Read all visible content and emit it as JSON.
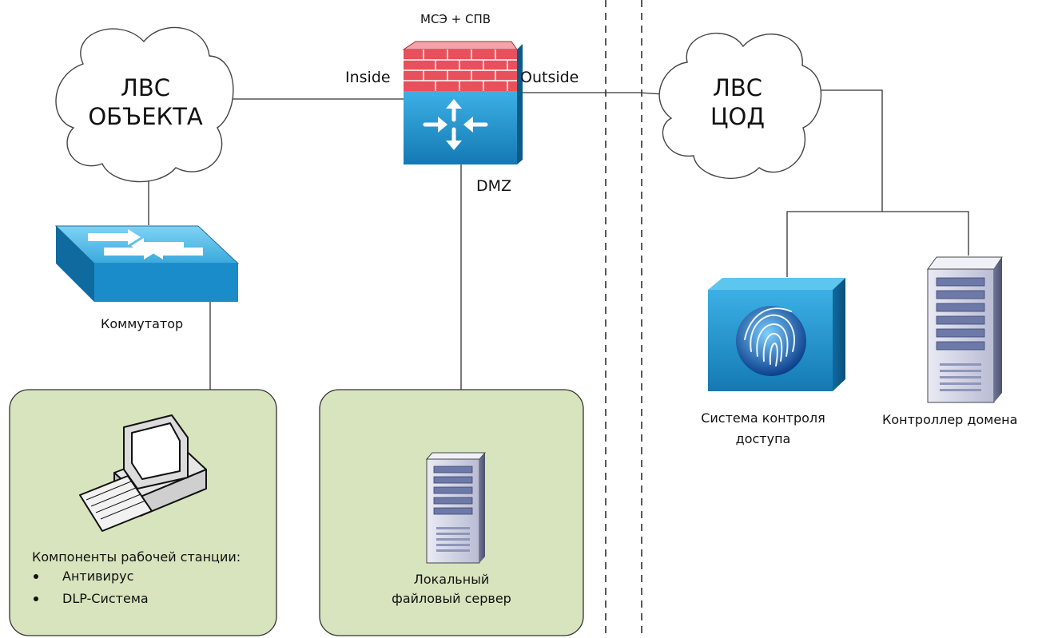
{
  "firewall_label": "МСЭ + СПВ",
  "inside_label": "Inside",
  "outside_label": "Outside",
  "dmz_label": "DMZ",
  "cloud_left": {
    "line1": "ЛВС",
    "line2": "ОБЪЕКТА"
  },
  "cloud_right": {
    "line1": "ЛВС",
    "line2": "ЦОД"
  },
  "switch_label": "Коммутатор",
  "workstation": {
    "heading": "Компоненты рабочей станции:",
    "items": [
      "Антивирус",
      "DLP-Система"
    ]
  },
  "file_server": {
    "line1": "Локальный",
    "line2": "файловый сервер"
  },
  "access_control": {
    "line1": "Система контроля",
    "line2": "доступа"
  },
  "domain_controller_label": "Контроллер домена",
  "colors": {
    "panel_fill": "#d7e4bd",
    "firewall_red": "#e8505b",
    "device_blue": "#1e8fc8",
    "switch_top": "#5bc1ec"
  }
}
